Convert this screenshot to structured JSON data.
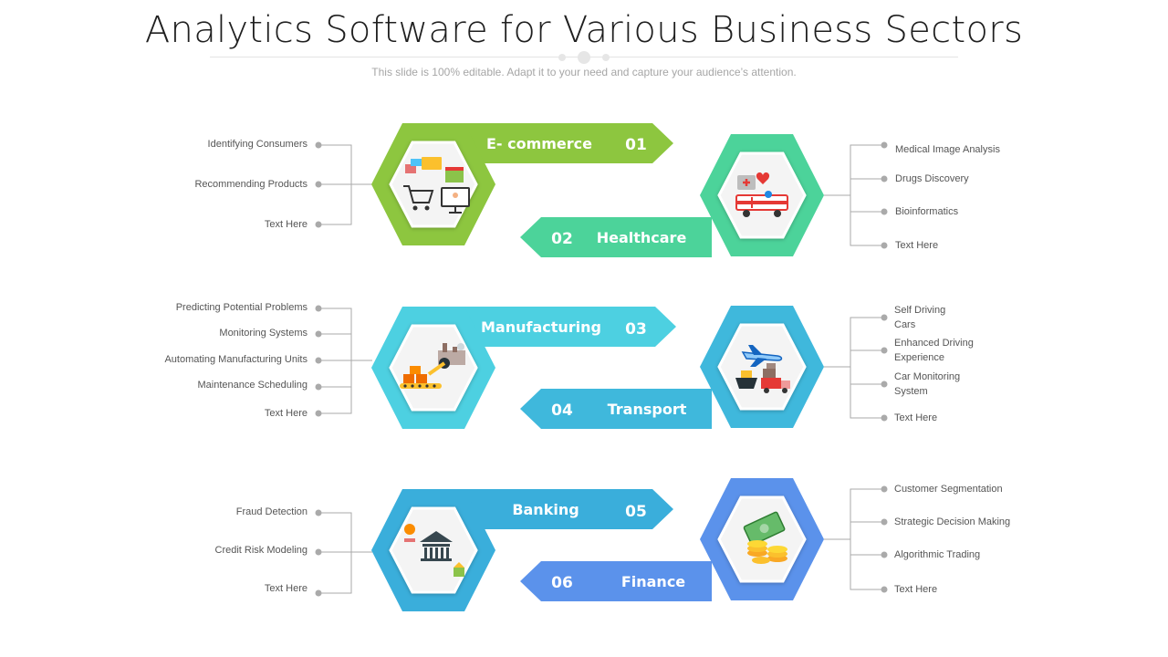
{
  "title": "Analytics Software for Various Business Sectors",
  "subtitle": "This slide is 100% editable. Adapt it to your need and capture your audience’s attention.",
  "colors": {
    "ecommerce": "#8dc63f",
    "healthcare": "#4cd39a",
    "manufacturing": "#4dd0e1",
    "transport": "#3fb8dc",
    "banking": "#3aaedb",
    "finance": "#5b92eb",
    "connector": "#aaaaaa"
  },
  "sectors": [
    {
      "name": "E- commerce",
      "number": "01",
      "icon": "shopping-cart-icon",
      "items": [
        "Identifying Consumers",
        "Recommending  Products",
        "Text Here"
      ]
    },
    {
      "name": "Healthcare",
      "number": "02",
      "icon": "ambulance-icon",
      "items": [
        "Medical Image Analysis",
        "Drugs Discovery",
        "Bioinformatics",
        "Text Here"
      ]
    },
    {
      "name": "Manufacturing",
      "number": "03",
      "icon": "conveyor-factory-icon",
      "items": [
        "Predicting Potential Problems",
        "Monitoring Systems",
        "Automating Manufacturing Units",
        "Maintenance Scheduling",
        "Text Here"
      ]
    },
    {
      "name": "Transport",
      "number": "04",
      "icon": "plane-ship-truck-icon",
      "items": [
        "Self Driving Cars",
        "Enhanced Driving Experience",
        "Car Monitoring System",
        "Text Here"
      ]
    },
    {
      "name": "Banking",
      "number": "05",
      "icon": "bank-icon",
      "items": [
        "Fraud Detection",
        "Credit Risk Modeling",
        "Text Here"
      ]
    },
    {
      "name": "Finance",
      "number": "06",
      "icon": "money-coins-icon",
      "items": [
        "Customer Segmentation",
        "Strategic Decision Making",
        "Algorithmic Trading",
        "Text Here"
      ]
    }
  ]
}
